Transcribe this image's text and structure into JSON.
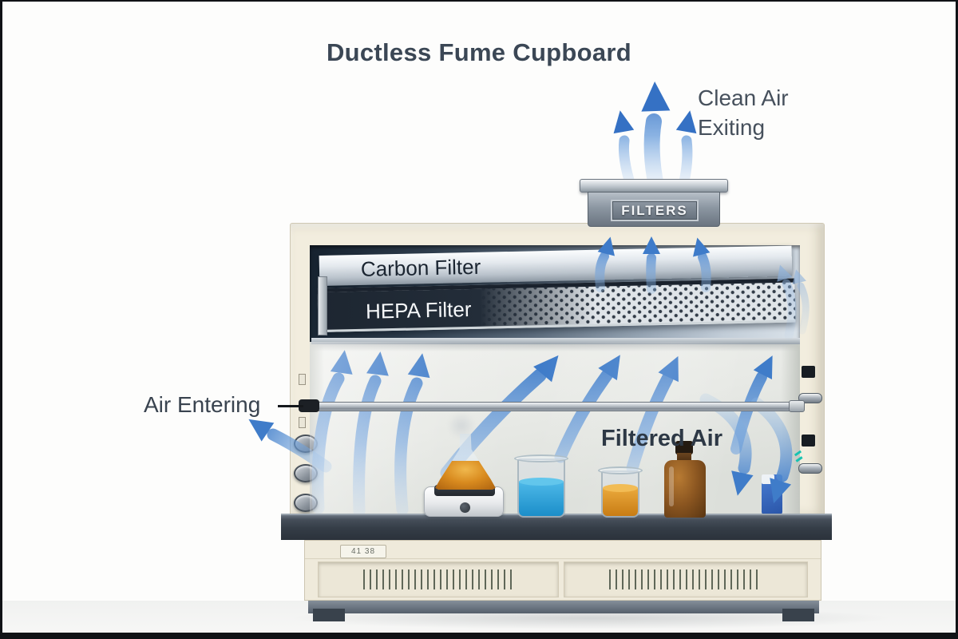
{
  "title": "Ductless Fume Cupboard",
  "labels": {
    "clean_air_line1": "Clean Air",
    "clean_air_line2": "Exiting",
    "filters_box": "FILTERS",
    "carbon_filter": "Carbon Filter",
    "hepa_filter": "HEPA Filter",
    "air_entering": "Air Entering",
    "filtered_air": "Filtered Air",
    "base_plate": "41 38"
  },
  "colors": {
    "arrow_blue": "#3f7cc9",
    "arrow_blue_light": "#a7c8ee",
    "title_text": "#3b4755",
    "cabinet_cream": "#f2edde",
    "worktop": "#39414b",
    "filters_box": "#7e8894",
    "hepa_band": "#232c38",
    "carbon_band": "#d7dde3",
    "liquid_amber": "#d98b1f",
    "liquid_blue": "#2aa2dc",
    "bottle_brown": "#8a5520"
  }
}
